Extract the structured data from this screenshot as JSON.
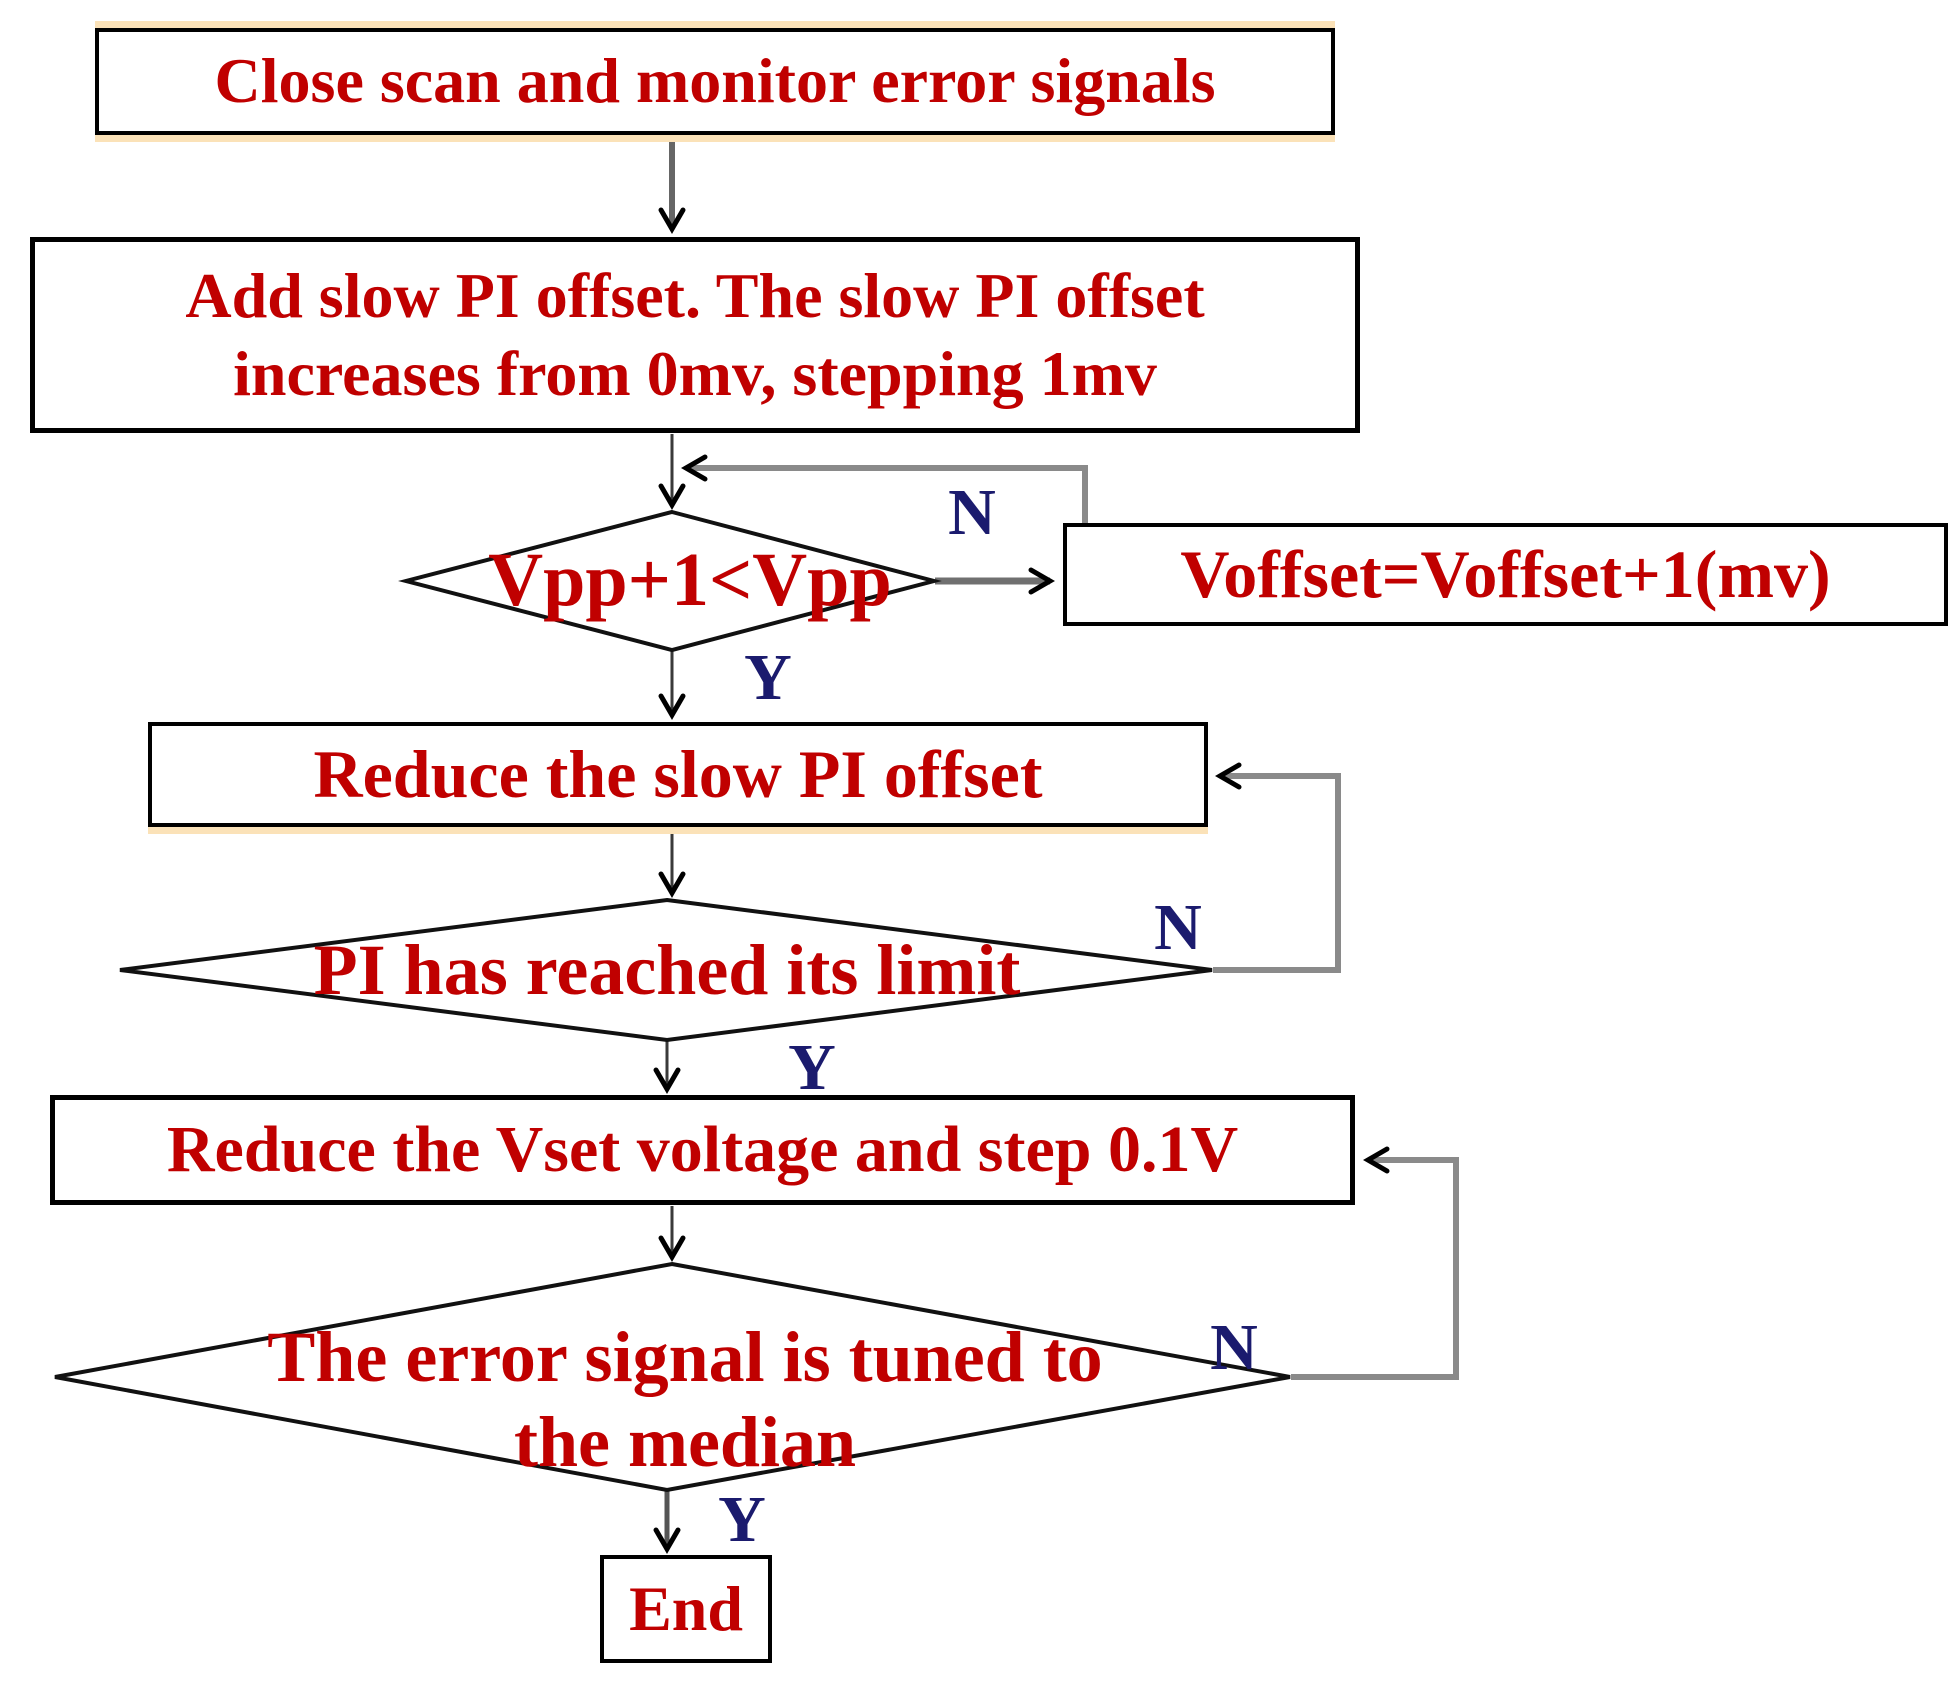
{
  "title": "Error signal tuning flowchart",
  "colors": {
    "text_red": "#c00000",
    "label_navy": "#1b1b6e",
    "loop_gray": "#8a8a8a",
    "arrow_dark": "#3a3a3a",
    "border_black": "#000000",
    "shadow_peach": "#fbe2b8"
  },
  "nodes": {
    "start": {
      "label": "Close scan and monitor error signals"
    },
    "add_offset": {
      "label": "Add slow PI offset. The slow PI offset\nincreases from 0mv, stepping 1mv"
    },
    "decision_vpp": {
      "label": "Vpp+1<Vpp"
    },
    "voffset": {
      "label": "Voffset=Voffset+1(mv)"
    },
    "reduce_pi": {
      "label": "Reduce the slow PI offset"
    },
    "decision_pi_limit": {
      "label": "PI has reached its limit"
    },
    "reduce_vset": {
      "label": "Reduce the Vset voltage and step 0.1V"
    },
    "decision_error_median": {
      "label": "The error signal is tuned to\nthe median"
    },
    "end": {
      "label": "End"
    }
  },
  "edge_labels": {
    "vpp_no": "N",
    "vpp_yes": "Y",
    "pi_limit_no": "N",
    "pi_limit_yes": "Y",
    "error_median_no": "N",
    "error_median_yes": "Y"
  }
}
